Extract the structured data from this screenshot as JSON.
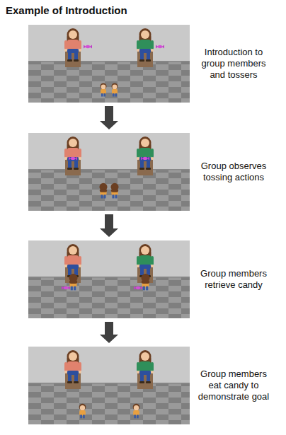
{
  "diagram": {
    "title": "Example of Introduction",
    "nodes": [
      {
        "text": [
          "Introduction to group members and tossers"
        ]
      },
      {
        "text": [
          "Group observes tossing actions"
        ]
      },
      {
        "text": [
          "Group members retrieve candy"
        ]
      },
      {
        "text": [
          "Group members eat candy to demonstrate goal"
        ]
      }
    ],
    "edges": [
      {
        "from": 0,
        "to": 1,
        "arrow": "to"
      },
      {
        "from": 1,
        "to": 2,
        "arrow": "to"
      },
      {
        "from": 2,
        "to": 3,
        "arrow": "to"
      }
    ]
  }
}
